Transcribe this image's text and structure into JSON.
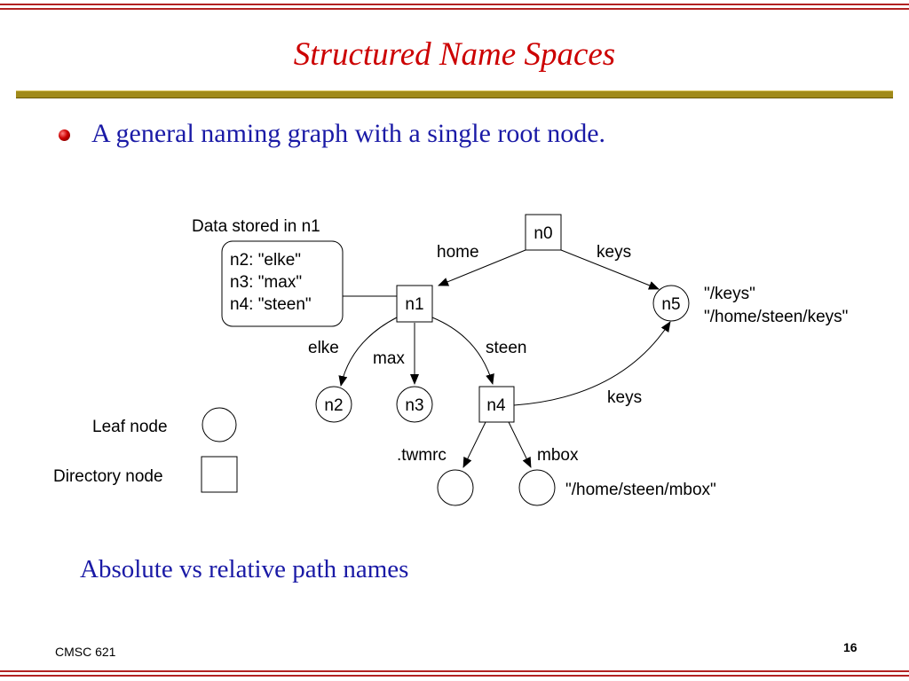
{
  "slide": {
    "title": "Structured Name Spaces",
    "bullet": "A general naming graph with a single root node.",
    "subtitle": "Absolute vs relative path names",
    "footer_left": "CMSC 621",
    "page_number": "16"
  },
  "diagram": {
    "data_box_title": "Data stored in n1",
    "data_box_lines": [
      "n2: \"elke\"",
      "n3: \"max\"",
      "n4: \"steen\""
    ],
    "nodes": {
      "n0": "n0",
      "n1": "n1",
      "n2": "n2",
      "n3": "n3",
      "n4": "n4",
      "n5": "n5"
    },
    "edges": {
      "home": "home",
      "keys_top": "keys",
      "elke": "elke",
      "max": "max",
      "steen": "steen",
      "keys_bottom": "keys",
      "twmrc": ".twmrc",
      "mbox": "mbox"
    },
    "n5_paths": [
      "\"/keys\"",
      "\"/home/steen/keys\""
    ],
    "mbox_path": "\"/home/steen/mbox\"",
    "legend": {
      "leaf": "Leaf node",
      "directory": "Directory node"
    }
  }
}
